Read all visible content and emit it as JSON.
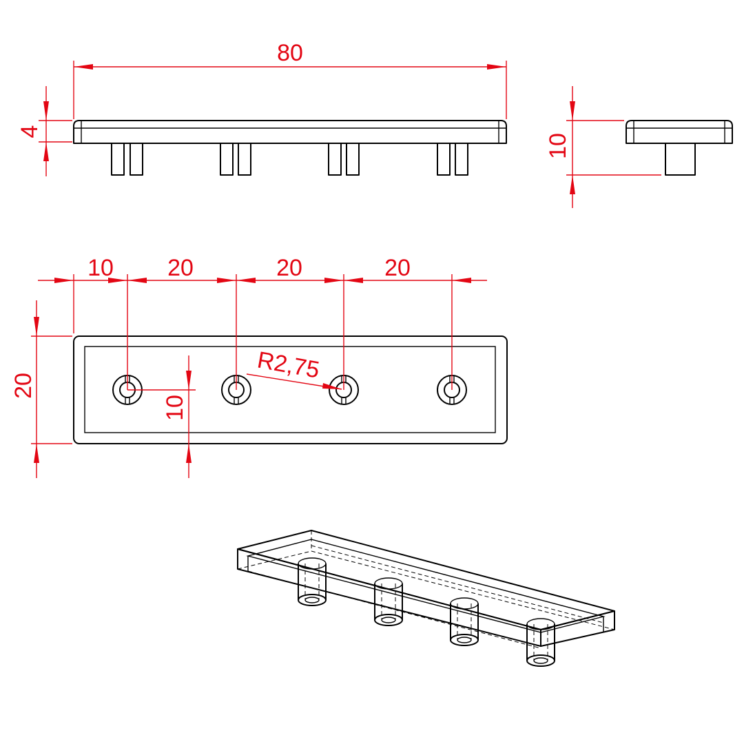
{
  "colors": {
    "part_line": "#000000",
    "dimension": "#e30613",
    "background": "#ffffff"
  },
  "views": {
    "front": {
      "overall_length": "80",
      "plate_thickness": "4"
    },
    "side": {
      "overall_height": "10"
    },
    "top": {
      "edge_to_first_hole": "10",
      "pitch_1": "20",
      "pitch_2": "20",
      "pitch_3": "20",
      "width": "20",
      "hole_center_offset": "10",
      "hole_radius": "R2,75"
    }
  }
}
